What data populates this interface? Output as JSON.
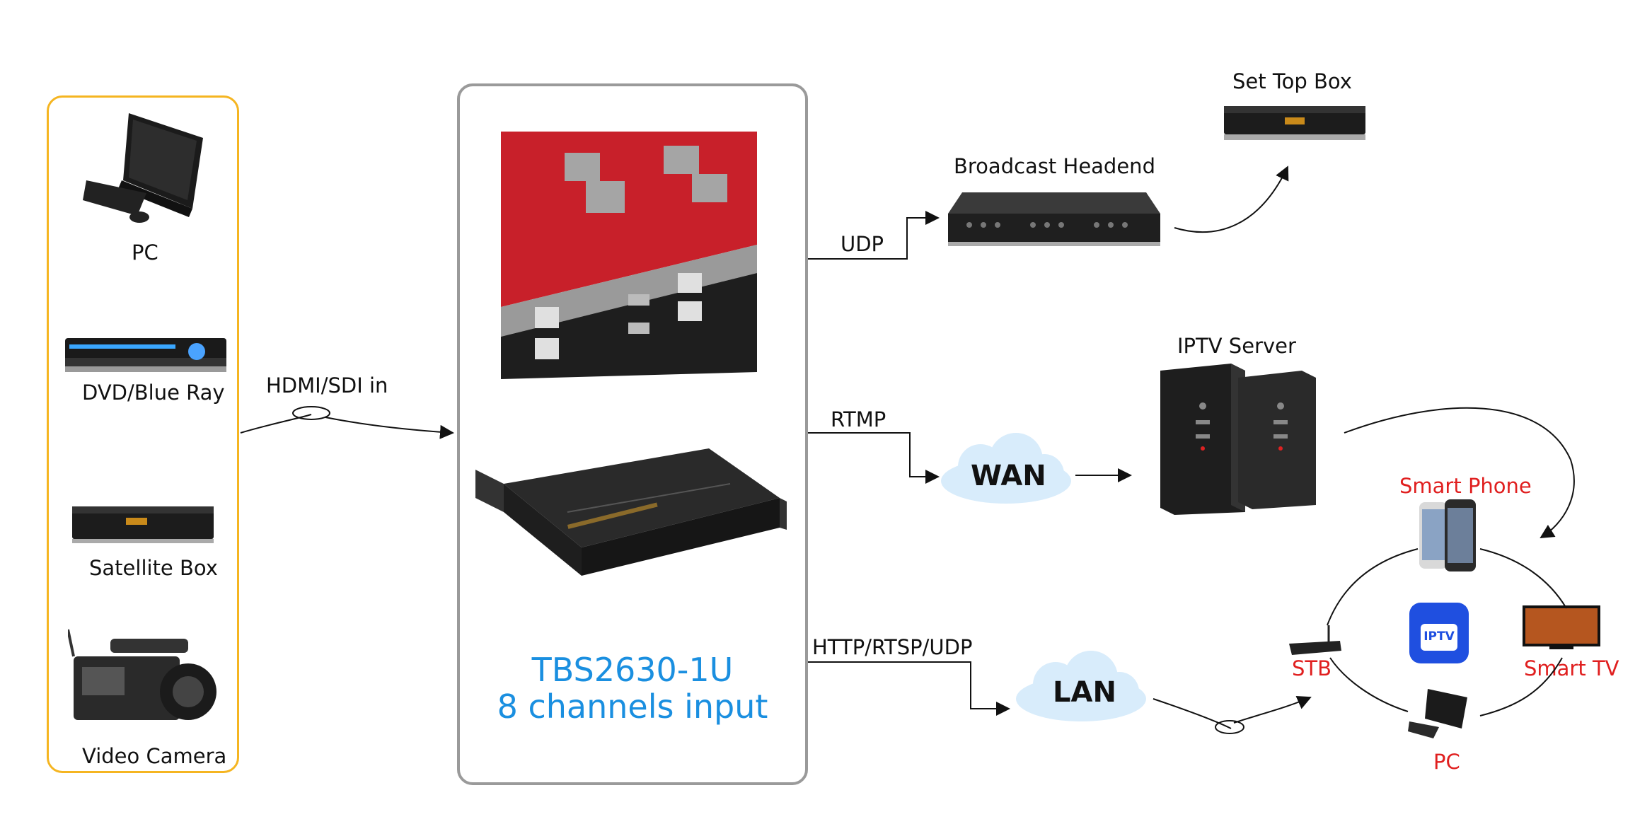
{
  "sources": {
    "items": [
      {
        "label": "PC",
        "icon": "pc-monitor-icon"
      },
      {
        "label": "DVD/Blue Ray",
        "icon": "dvd-player-icon"
      },
      {
        "label": "Satellite Box",
        "icon": "satellite-box-icon"
      },
      {
        "label": "Video Camera",
        "icon": "video-camera-icon"
      }
    ],
    "link_label": "HDMI/SDI in",
    "border_color": "#f5b521"
  },
  "device": {
    "model": "TBS2630-1U",
    "subtitle": "8 channels input",
    "title_color": "#1a8fe0",
    "icons": [
      "encoder-board-photo-icon",
      "rack-encoder-1u-icon"
    ]
  },
  "outputs": {
    "udp_label": "UDP",
    "rtmp_label": "RTMP",
    "http_label": "HTTP/RTSP/UDP",
    "wan_label": "WAN",
    "lan_label": "LAN",
    "broadcast_label": "Broadcast Headend",
    "settopbox_label": "Set Top Box",
    "iptv_server_label": "IPTV Server"
  },
  "clients": {
    "smart_phone": "Smart Phone",
    "stb": "STB",
    "smart_tv": "Smart TV",
    "pc": "PC",
    "iptv_badge": "IPTV",
    "label_color": "#e01f1f"
  }
}
